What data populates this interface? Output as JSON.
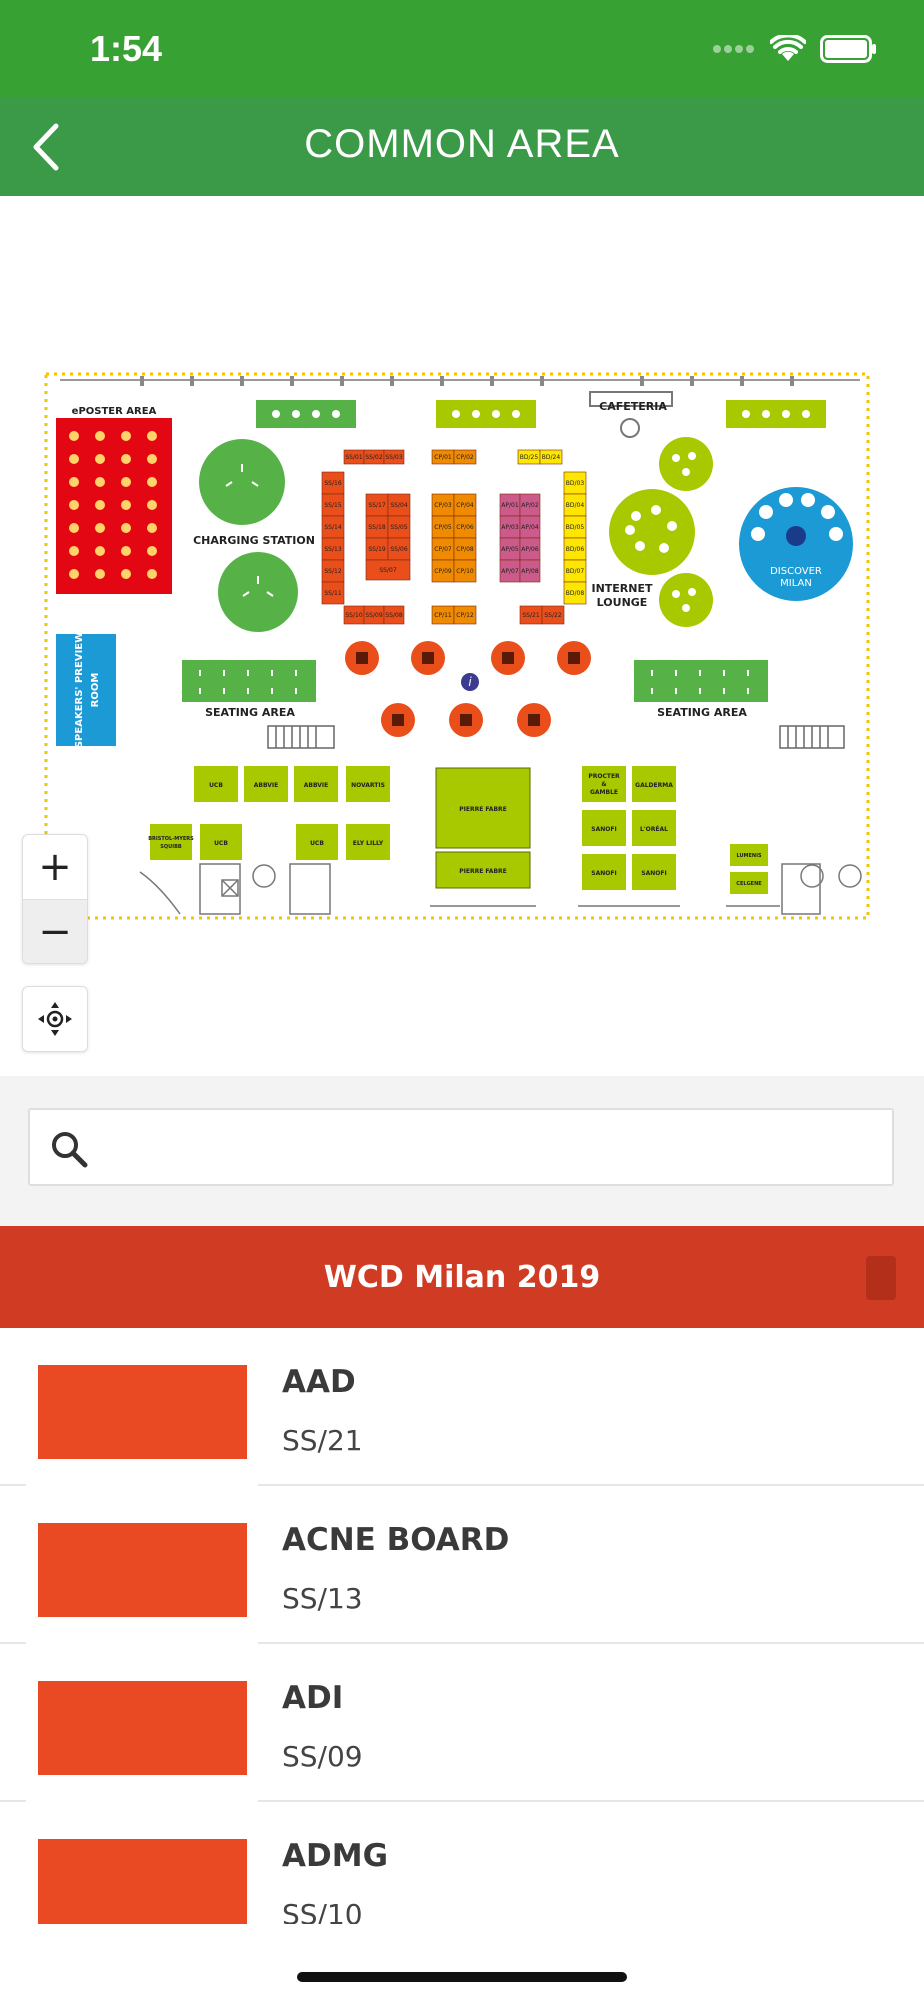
{
  "status_bar": {
    "time": "1:54",
    "icons": [
      "signal-dots-icon",
      "wifi-icon",
      "battery-icon"
    ]
  },
  "nav": {
    "title": "COMMON AREA",
    "back_icon": "chevron-left-icon"
  },
  "map": {
    "labels": {
      "eposter": "ePOSTER AREA",
      "charging": "CHARGING STATION",
      "cafeteria": "CAFETERIA",
      "internet_1": "INTERNET",
      "internet_2": "LOUNGE",
      "discover_1": "DISCOVER",
      "discover_2": "MILAN",
      "speakers_1": "SPEAKERS' PREVIEW",
      "speakers_2": "ROOM",
      "seating_left": "SEATING AREA",
      "seating_right": "SEATING AREA"
    },
    "booths": {
      "ucb_1": "UCB",
      "abbvie_1": "ABBVIE",
      "abbvie_2": "ABBVIE",
      "novartis": "NOVARTIS",
      "bms_1": "BRISTOL-MYERS",
      "bms_2": "SQUIBB",
      "ucb_2": "UCB",
      "ucb_3": "UCB",
      "lilly": "ELY LILLY",
      "pierre_1": "PIERRE FABRE",
      "pierre_2": "PIERRE FABRE",
      "pg_1": "PROCTER",
      "pg_2": "&",
      "pg_3": "GAMBLE",
      "galderma": "GALDERMA",
      "sanofi_1": "SANOFI",
      "loreal": "L'ORÉAL",
      "sanofi_2": "SANOFI",
      "sanofi_3": "SANOFI",
      "lumenis": "LUMENIS",
      "celgene": "CELGENE"
    },
    "ss_top": [
      "SS/01",
      "SS/02",
      "SS/03"
    ],
    "ss_left": [
      "SS/16",
      "SS/15",
      "SS/14",
      "SS/13",
      "SS/12",
      "SS/11"
    ],
    "ss_inner_left": [
      "SS/17",
      "SS/18",
      "SS/19"
    ],
    "ss_inner_right": [
      "SS/04",
      "SS/05",
      "SS/06"
    ],
    "ss_07": "SS/07",
    "ss_bottom": [
      "SS/10",
      "SS/09",
      "SS/08"
    ],
    "ss_right_bottom": [
      "SS/21",
      "SS/22"
    ],
    "cp_top": [
      "CP/01",
      "CP/02"
    ],
    "cp_grid": [
      "CP/03",
      "CP/04",
      "CP/05",
      "CP/06",
      "CP/07",
      "CP/08",
      "CP/09",
      "CP/10"
    ],
    "cp_bottom": [
      "CP/11",
      "CP/12"
    ],
    "ap_grid": [
      "AP/01",
      "AP/02",
      "AP/03",
      "AP/04",
      "AP/05",
      "AP/06",
      "AP/07",
      "AP/08"
    ],
    "bd_top": [
      "BD/25",
      "BD/24"
    ],
    "bd_col": [
      "BD/03",
      "BD/04",
      "BD/05",
      "BD/06",
      "BD/07",
      "BD/08"
    ],
    "info_symbol": "i"
  },
  "zoom": {
    "in_label": "+",
    "out_label": "−"
  },
  "search": {
    "placeholder": "",
    "value": ""
  },
  "event": {
    "title": "WCD Milan 2019"
  },
  "list": {
    "swatch_color": "#e94a24",
    "items": [
      {
        "title": "AAD",
        "code": "SS/21"
      },
      {
        "title": "ACNE BOARD",
        "code": "SS/13"
      },
      {
        "title": "ADI",
        "code": "SS/09"
      },
      {
        "title": "ADMG",
        "code": "SS/10"
      }
    ]
  },
  "colors": {
    "status_bar": "#37a233",
    "nav_bar": "#3a9a47",
    "event_header": "#cf3b23",
    "booth_green": "#a8c800",
    "seating_green": "#56b146",
    "eposter_red": "#e30613",
    "discover_blue": "#1b9ad6",
    "ss_orange": "#e94e1b",
    "cp_orange": "#f08a00",
    "ap_pink": "#cc5a8a",
    "bd_yellow": "#ffe600"
  }
}
